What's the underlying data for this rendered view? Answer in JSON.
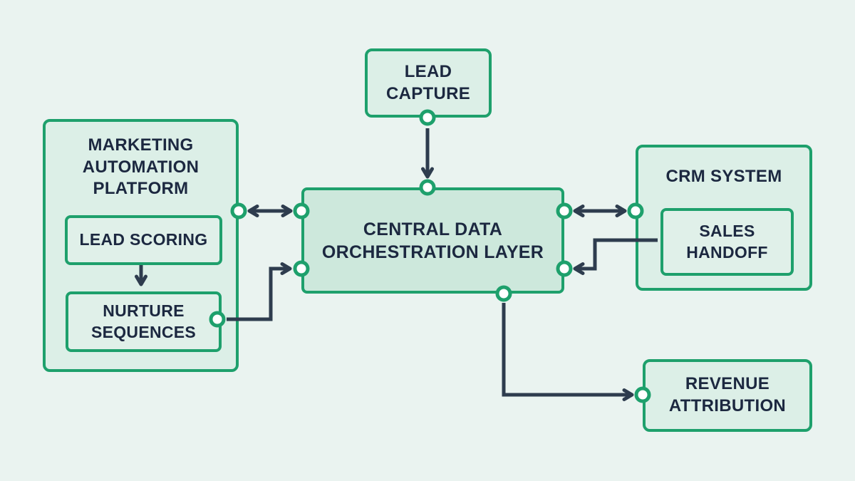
{
  "diagram": {
    "nodes": {
      "lead_capture": {
        "label": "LEAD\nCAPTURE"
      },
      "marketing_platform": {
        "label": "MARKETING\nAUTOMATION\nPLATFORM"
      },
      "lead_scoring": {
        "label": "LEAD SCORING"
      },
      "nurture_sequences": {
        "label": "NURTURE\nSEQUENCES"
      },
      "central": {
        "label": "CENTRAL DATA\nORCHESTRATION LAYER"
      },
      "crm": {
        "label": "CRM SYSTEM"
      },
      "sales_handoff": {
        "label": "SALES\nHANDOFF"
      },
      "revenue_attribution": {
        "label": "REVENUE\nATTRIBUTION"
      }
    },
    "edges": [
      {
        "from": "lead_capture",
        "to": "central",
        "type": "arrow"
      },
      {
        "from": "marketing_platform",
        "to": "central",
        "type": "bidirectional"
      },
      {
        "from": "lead_scoring",
        "to": "nurture_sequences",
        "type": "arrow"
      },
      {
        "from": "nurture_sequences",
        "to": "central",
        "type": "arrow"
      },
      {
        "from": "central",
        "to": "crm",
        "type": "bidirectional"
      },
      {
        "from": "sales_handoff",
        "to": "central",
        "type": "arrow"
      },
      {
        "from": "central",
        "to": "revenue_attribution",
        "type": "arrow"
      }
    ],
    "colors": {
      "background": "#eaf3f0",
      "node_fill": "#dcefe7",
      "central_fill": "#cde8dc",
      "border_green": "#1ea06c",
      "text_navy": "#1c2840",
      "connector_navy": "#2e3c4e",
      "port_fill": "#ffffff"
    }
  }
}
